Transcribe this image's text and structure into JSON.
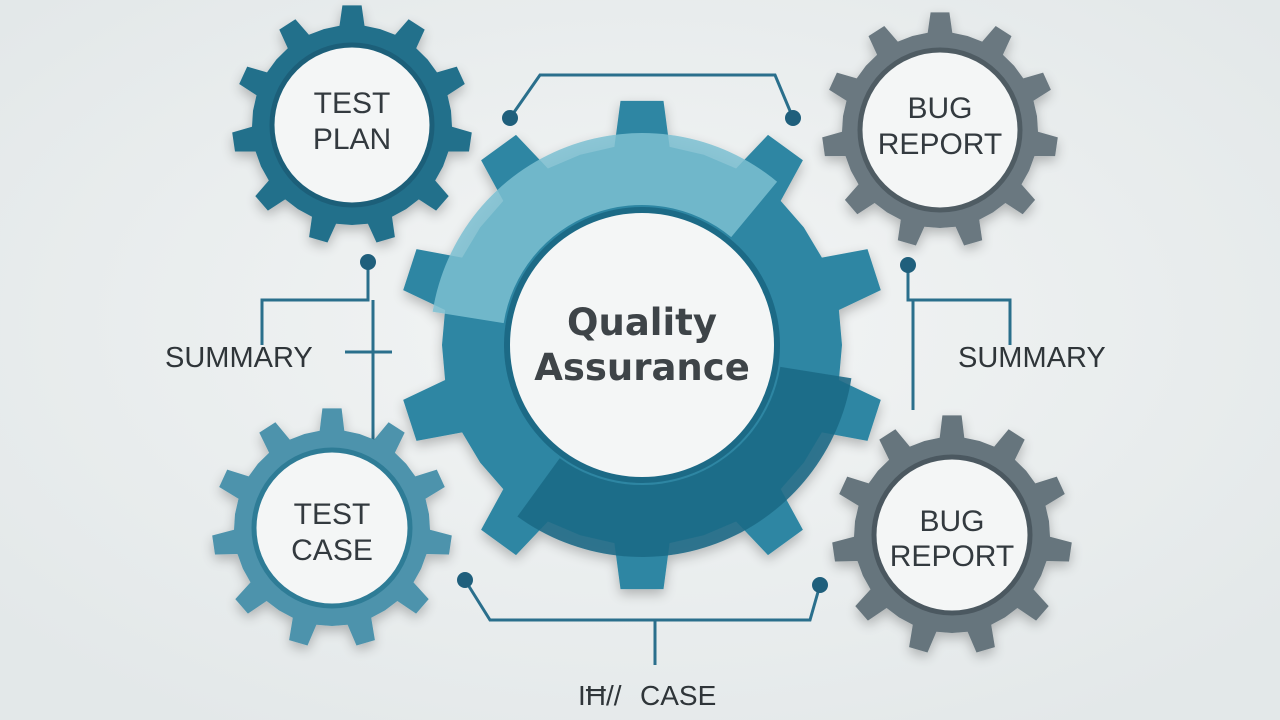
{
  "center": {
    "line1": "Quality",
    "line2": "Assurance"
  },
  "gears": {
    "top_left": {
      "line1": "TEST",
      "line2": "PLAN"
    },
    "top_right": {
      "line1": "BUG",
      "line2": "REPORT"
    },
    "bottom_left": {
      "line1": "TEST",
      "line2": "CASE"
    },
    "bottom_right": {
      "line1": "BUG",
      "line2": "REPORT"
    }
  },
  "labels": {
    "left_summary": "SUMMARY",
    "right_summary": "SUMMARY",
    "bottom_glyph": "IĦ//",
    "bottom_case": "CASE"
  },
  "colors": {
    "background": "#ebeeee",
    "teal_dark": "#1e6a86",
    "teal_mid": "#2d86a3",
    "teal_light": "#7dbfd1",
    "teal_pale": "#a9d6e2",
    "gray_dark": "#5c6a73",
    "gray_mid": "#7b8990",
    "connector": "#2a6f8c",
    "hub_fill": "#f4f6f6"
  }
}
